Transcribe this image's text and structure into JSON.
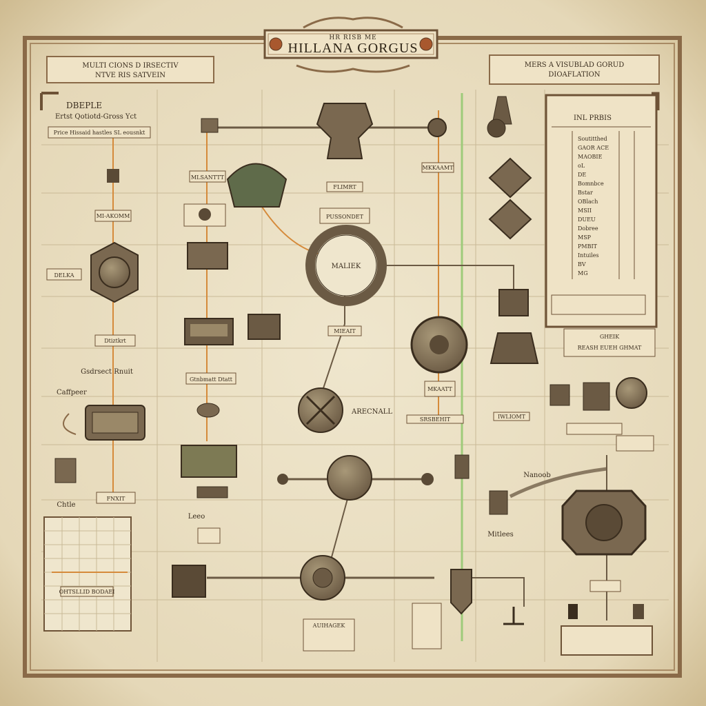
{
  "header": {
    "overline": "HR RISB ME",
    "title": "HILLANA GORGUS"
  },
  "banner_left": {
    "line1": "MULTI CIONS D IRSECTIV",
    "line2": "NTVE RIS SATVEIN"
  },
  "banner_right": {
    "line1": "MERS A VISUBLAD GORUD",
    "line2": "DIOAFLATION"
  },
  "left_column": {
    "heading": "DBEPLE",
    "subheading": "Ertst Qotiotd-Gross Yct",
    "caption_box": "Price Hissaid hastles SL eousnkt",
    "box_mid": "MI-AKOMM",
    "plate_label": "DELKA",
    "label_lower": "Dtiztkrt",
    "row_label": "Gsdrsect Rnuit",
    "left_note": "Caffpeer",
    "box_fnxt": "FNXIT",
    "bottom_note": "Chtle",
    "chart_box_label": "OHTSLLID BODAEI"
  },
  "col2": {
    "label_top": "MLSANTTT",
    "label_mid": "Gtnbmatt Dtatt",
    "legend": "Leeo"
  },
  "center": {
    "ring_label": "MALIEK",
    "top_box": "PUSSONDET",
    "label_under": "FLIMRT",
    "side_box": "MIEAIT",
    "disc_right_label": "ARECNALL",
    "bottom_box_label": "AUIHAGEK"
  },
  "right_mid": {
    "box1": "MKKAAMT",
    "box2": "MKAATT",
    "strip_label": "SRSBEHIT",
    "label_note": "IWLIOMT"
  },
  "right_panel": {
    "title": "INL PRBIS",
    "items": [
      "Soutitthed",
      "GAOR ACE",
      "MAOBIE",
      "oL",
      "DE",
      "Bomnbce",
      "Bstar",
      "OBlach",
      "MSII",
      "DUEU",
      "Dobree",
      "MSP",
      "PMBIT",
      "Intuiles",
      "BV",
      "MG"
    ]
  },
  "right_lower": {
    "caption_title": "GHEIK",
    "caption_body": "REASH EUEH GHMAT",
    "note_a": "Nanoob",
    "note_b": "Mitlees"
  },
  "colors": {
    "paper": "#e9dfc4",
    "ink": "#3a2d1e",
    "frame": "#8a6a48",
    "metal": "#8a7a62",
    "metal_dark": "#5a4a36",
    "orange_wire": "#d58a3a",
    "green_wire": "#9ecb7a"
  }
}
